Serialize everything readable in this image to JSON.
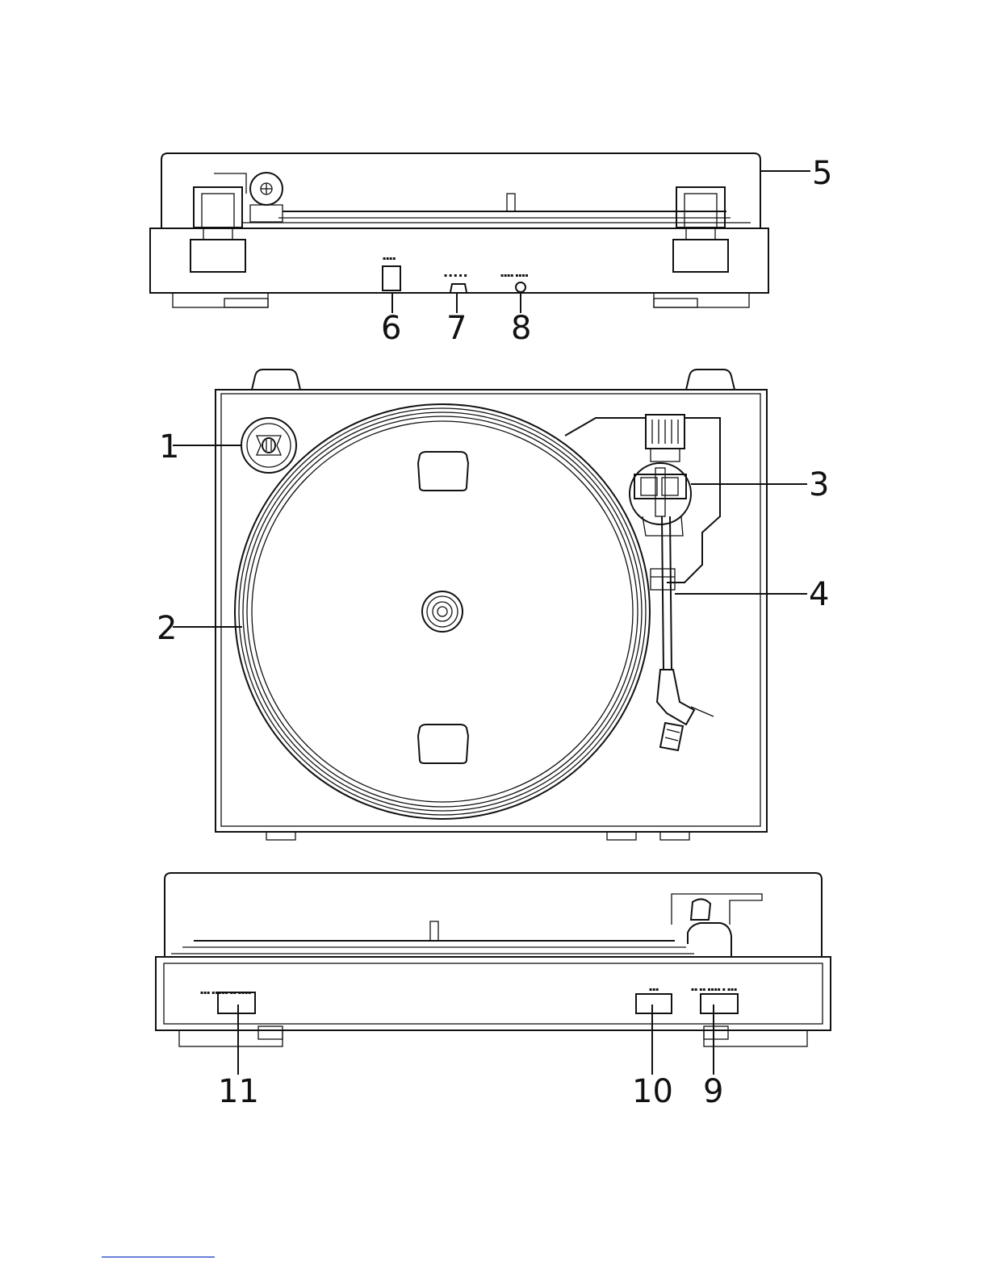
{
  "callouts": {
    "c1": "1",
    "c2": "2",
    "c3": "3",
    "c4": "4",
    "c5": "5",
    "c6": "6",
    "c7": "7",
    "c8": "8",
    "c9": "9",
    "c10": "10",
    "c11": "11"
  },
  "colors": {
    "line": "#111111",
    "background": "#ffffff",
    "footer_rule": "#3355cc"
  }
}
